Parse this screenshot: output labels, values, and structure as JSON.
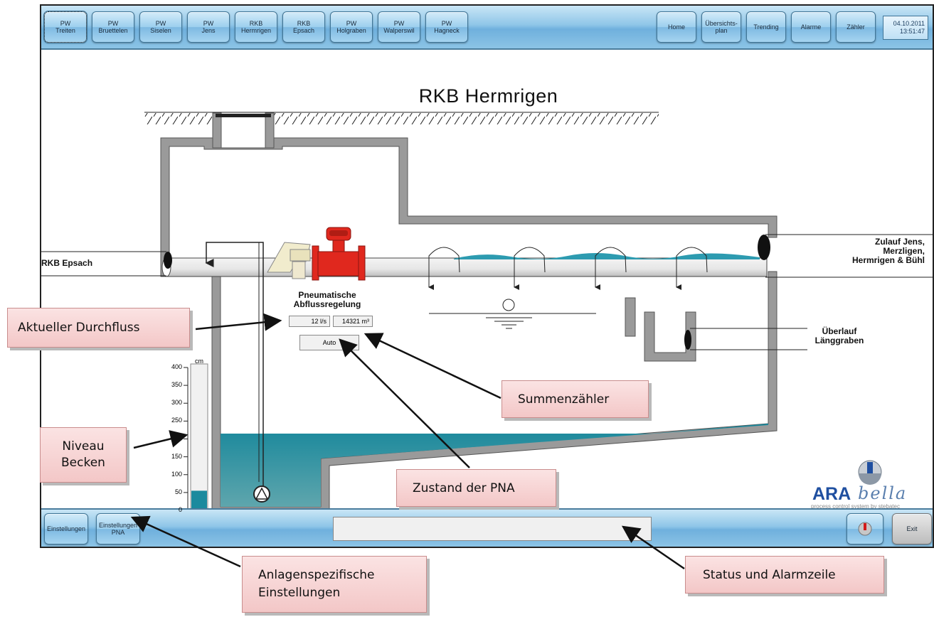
{
  "app": {
    "nav_left": [
      {
        "id": "treiten",
        "label": "PW\nTreiten",
        "active": true
      },
      {
        "id": "bruettelen",
        "label": "PW\nBruettelen"
      },
      {
        "id": "siselen",
        "label": "PW\nSiselen"
      },
      {
        "id": "jens",
        "label": "PW\nJens"
      },
      {
        "id": "hermrigen",
        "label": "RKB\nHermrigen"
      },
      {
        "id": "epsach",
        "label": "RKB\nEpsach"
      },
      {
        "id": "holgraben",
        "label": "PW\nHolgraben"
      },
      {
        "id": "walperswil",
        "label": "PW\nWalperswil"
      },
      {
        "id": "hagneck",
        "label": "PW\nHagneck"
      }
    ],
    "nav_right": [
      {
        "id": "home",
        "label": "Home"
      },
      {
        "id": "uebersichtsplan",
        "label": "Übersichts-\nplan"
      },
      {
        "id": "trending",
        "label": "Trending"
      },
      {
        "id": "alarme",
        "label": "Alarme"
      },
      {
        "id": "zaehler",
        "label": "Zähler"
      }
    ],
    "clock": "04.10.2011\n13:51:47",
    "title": "RKB Hermrigen",
    "labels": {
      "rkb_epsach": "RKB Epsach",
      "zulauf": "Zulauf Jens,\nMerzligen,\nHermrigen & Bühl",
      "ueberlauf": "Überlauf\nLänggraben",
      "pna": "Pneumatische\nAbflussregelung"
    },
    "flow_value": "12  l/s",
    "total_value": "14321  m³",
    "pna_state": "Auto",
    "level_gauge": {
      "unit": "cm",
      "ticks": [
        "400",
        "350",
        "300",
        "250",
        "200",
        "150",
        "100",
        "50",
        "0"
      ],
      "level_cm": 55,
      "max_cm": 400
    },
    "bottom_buttons": {
      "einstellungen": "Einstellungen",
      "einstellungen_pna": "Einstellungen\nPNA",
      "exit": "Exit"
    },
    "logo": {
      "ara": "ARA",
      "bella": "bella",
      "tagline": "process control system by stebatec"
    }
  },
  "callouts": {
    "durchfluss": "Aktueller Durchfluss",
    "summenzaehler": "Summenzähler",
    "niveau": "Niveau\nBecken",
    "zustand": "Zustand der PNA",
    "anlagen": "Anlagenspezifische\nEinstellungen",
    "status": "Status und Alarmzeile"
  },
  "colors": {
    "water": "#1a8a9e",
    "flowmeter": "#e0281e",
    "wall": "#9a9a9a",
    "callout_bg": "#f6d2d2"
  }
}
